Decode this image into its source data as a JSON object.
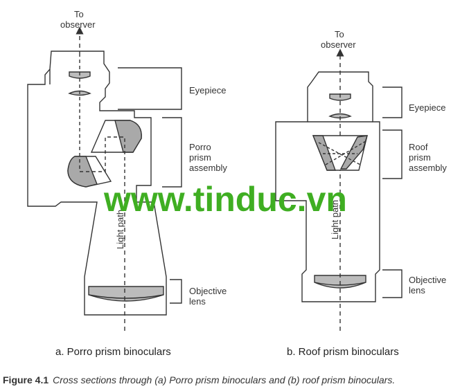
{
  "porro": {
    "to_observer_line1": "To",
    "to_observer_line2": "observer",
    "eyepiece": "Eyepiece",
    "prism_line1": "Porro",
    "prism_line2": "prism",
    "prism_line3": "assembly",
    "objective_line1": "Objective",
    "objective_line2": "lens",
    "light_path": "Light path",
    "subtitle": "a.  Porro prism binoculars"
  },
  "roof": {
    "to_observer_line1": "To",
    "to_observer_line2": "observer",
    "eyepiece": "Eyepiece",
    "prism_line1": "Roof",
    "prism_line2": "prism",
    "prism_line3": "assembly",
    "objective_line1": "Objective",
    "objective_line2": "lens",
    "light_path": "Light path",
    "subtitle": "b.  Roof prism binoculars"
  },
  "watermark": "www.tinduc.vn",
  "caption": {
    "figure_label": "Figure 4.1",
    "text": "Cross sections through (a) Porro prism binoculars and (b) roof prism binoculars."
  },
  "colors": {
    "outline": "#333333",
    "prism_fill": "#a9a9a9",
    "lens_fill": "#bcbcbc",
    "watermark": "#3fae22"
  }
}
